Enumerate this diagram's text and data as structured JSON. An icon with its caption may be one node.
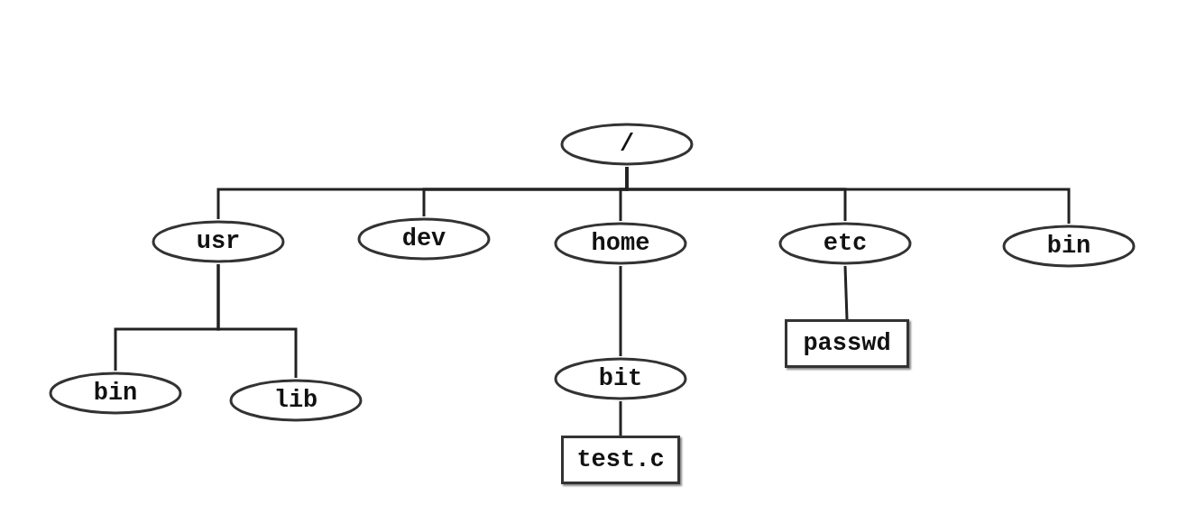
{
  "diagram": {
    "nodes": [
      {
        "text": [
          "/"
        ]
      },
      {
        "text": [
          "usr"
        ]
      },
      {
        "text": [
          "dev"
        ]
      },
      {
        "text": [
          "home"
        ]
      },
      {
        "text": [
          "etc"
        ]
      },
      {
        "text": [
          "bin"
        ]
      },
      {
        "text": [
          "bin"
        ]
      },
      {
        "text": [
          "lib"
        ]
      },
      {
        "text": [
          "bit"
        ]
      },
      {
        "text": [
          "test.c"
        ]
      },
      {
        "text": [
          "passwd"
        ]
      }
    ],
    "edges": [
      {
        "from": 0,
        "to": 1,
        "arrow": "none"
      },
      {
        "from": 0,
        "to": 2,
        "arrow": "none"
      },
      {
        "from": 0,
        "to": 3,
        "arrow": "none"
      },
      {
        "from": 0,
        "to": 4,
        "arrow": "none"
      },
      {
        "from": 0,
        "to": 5,
        "arrow": "none"
      },
      {
        "from": 1,
        "to": 6,
        "arrow": "none"
      },
      {
        "from": 1,
        "to": 7,
        "arrow": "none"
      },
      {
        "from": 3,
        "to": 8,
        "arrow": "none"
      },
      {
        "from": 8,
        "to": 9,
        "arrow": "none"
      },
      {
        "from": 4,
        "to": 10,
        "arrow": "none"
      }
    ]
  }
}
